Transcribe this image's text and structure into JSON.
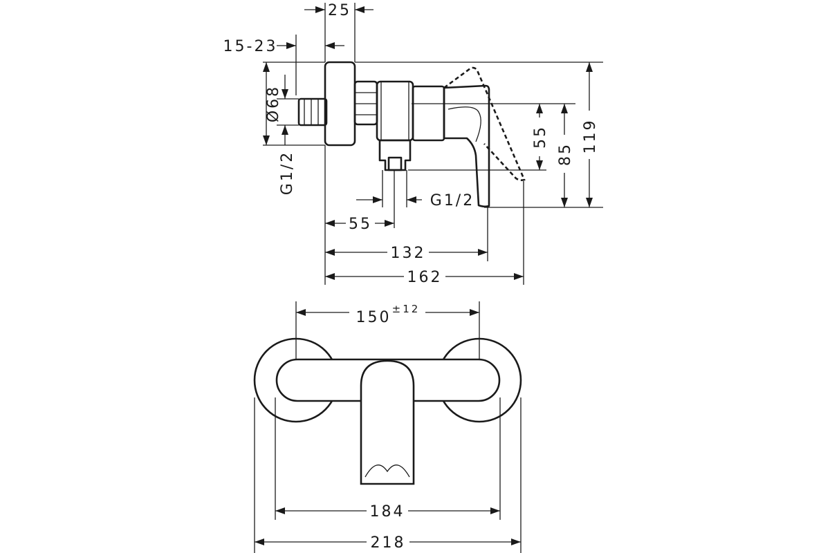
{
  "drawing": {
    "side_view": {
      "dimensions": {
        "wall_plate_depth": "25",
        "adjustment_range": "15-23",
        "plate_diameter": "Ø68",
        "inlet_thread": "G1/2",
        "outlet_thread": "G1/2",
        "outlet_from_wall": "55",
        "spout_projection": "132",
        "total_projection": "162",
        "outlet_height": "55",
        "body_height": "85",
        "total_height": "119"
      }
    },
    "front_view": {
      "dimensions": {
        "center_distance": "150",
        "center_tolerance": "±12",
        "inner_width": "184",
        "total_width": "218"
      }
    }
  }
}
